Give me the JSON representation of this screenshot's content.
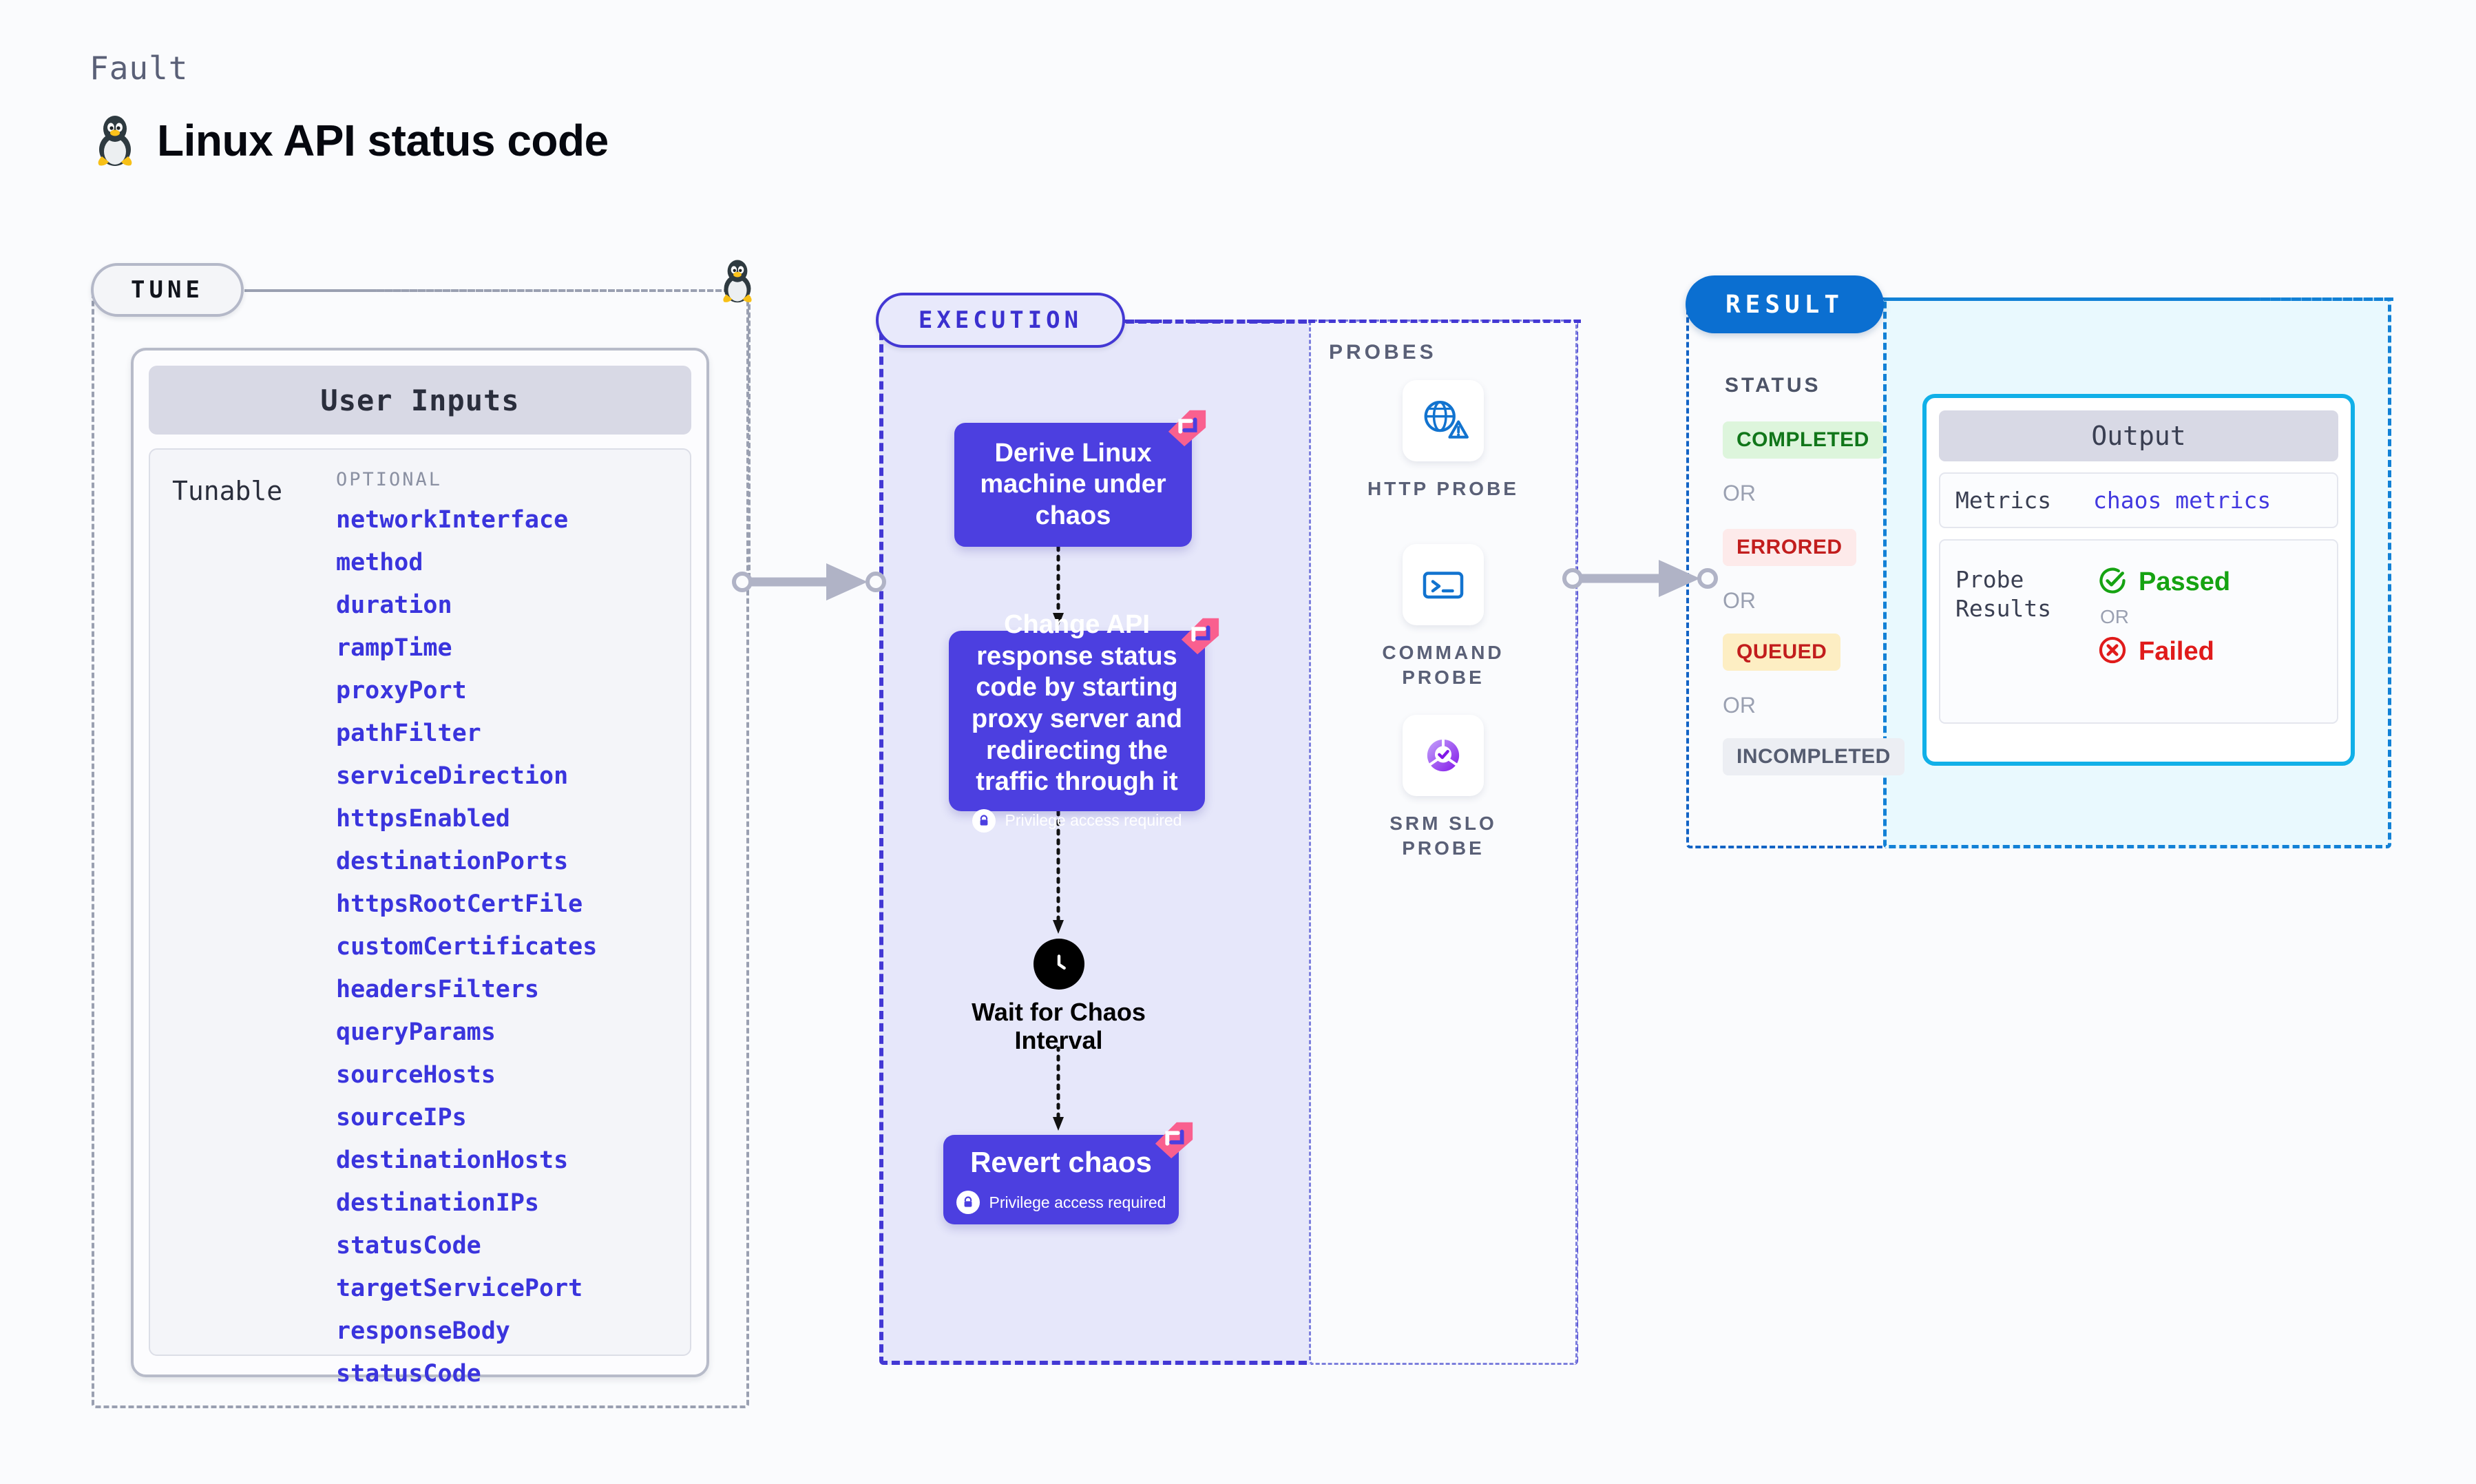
{
  "header": {
    "kicker": "Fault",
    "title": "Linux API status code",
    "icon": "linux-penguin-icon"
  },
  "tune": {
    "pill_label": "TUNE",
    "card_title": "User Inputs",
    "row_label": "Tunable",
    "group_label": "OPTIONAL",
    "tunables": [
      "networkInterface",
      "method",
      "duration",
      "rampTime",
      "proxyPort",
      "pathFilter",
      "serviceDirection",
      "httpsEnabled",
      "destinationPorts",
      "httpsRootCertFile",
      "customCertificates",
      "headersFilters",
      "queryParams",
      "sourceHosts",
      "sourceIPs",
      "destinationHosts",
      "destinationIPs",
      "statusCode",
      "targetServicePort",
      "responseBody",
      "statusCode"
    ]
  },
  "execution": {
    "pill_label": "EXECUTION",
    "steps": [
      {
        "id": "derive",
        "text": "Derive Linux machine under chaos",
        "privilege": null,
        "badge": "chaos-fault-badge-icon"
      },
      {
        "id": "change-api",
        "text": "Change API response status code by starting proxy server and redirecting the traffic through it",
        "privilege": "Privilege access required",
        "badge": "chaos-fault-badge-icon"
      },
      {
        "id": "wait",
        "text": "Wait for Chaos Interval",
        "privilege": null,
        "badge": "clock-icon"
      },
      {
        "id": "revert",
        "text": "Revert chaos",
        "privilege": "Privilege access required",
        "badge": "chaos-fault-badge-icon"
      }
    ]
  },
  "probes": {
    "title": "PROBES",
    "items": [
      {
        "label": "HTTP PROBE",
        "icon": "globe-warning-icon"
      },
      {
        "label": "COMMAND PROBE",
        "icon": "terminal-icon"
      },
      {
        "label": "SRM SLO PROBE",
        "icon": "slo-gauge-check-icon"
      }
    ]
  },
  "result": {
    "pill_label": "RESULT",
    "status_label": "STATUS",
    "or_label": "OR",
    "statuses": [
      {
        "label": "COMPLETED",
        "kind": "completed"
      },
      {
        "label": "ERRORED",
        "kind": "errored"
      },
      {
        "label": "QUEUED",
        "kind": "queued"
      },
      {
        "label": "INCOMPLETED",
        "kind": "incompleted"
      }
    ]
  },
  "output": {
    "card_title": "Output",
    "metrics_key": "Metrics",
    "metrics_value": "chaos metrics",
    "probe_results_key": "Probe Results",
    "passed_label": "Passed",
    "or_label": "OR",
    "failed_label": "Failed"
  },
  "colors": {
    "accent_purple": "#4c3fe0",
    "accent_blue": "#0b6fd1",
    "accent_cyan": "#11b0e8",
    "chaos_pink": "#f9608f",
    "status_completed": "#11761a",
    "status_errored": "#c21d1d",
    "status_queued": "#c21d1d",
    "status_incompleted": "#555c70",
    "passed_green": "#16a312",
    "failed_red": "#e01b1b"
  }
}
